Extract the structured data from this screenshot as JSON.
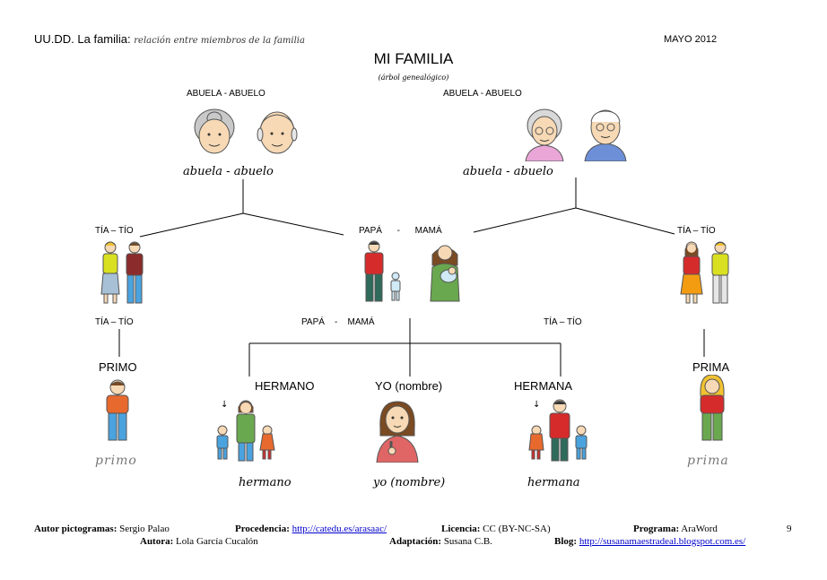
{
  "header": {
    "unit_prefix": "UU.DD. La familia:",
    "unit_subtitle": "relación entre miembros de la familia",
    "date": "MAYO 2012",
    "title": "MI FAMILIA",
    "subtitle": "(árbol genealógico)"
  },
  "grandparents": {
    "left_label": "ABUELA - ABUELO",
    "right_label": "ABUELA - ABUELO",
    "left_caption": "abuela - abuelo",
    "right_caption": "abuela - abuelo"
  },
  "middle": {
    "left_label": "TÍA – TÍO",
    "center_label": "PAPÁ      -      MAMÁ",
    "right_label": "TÍA – TÍO"
  },
  "lower": {
    "left_label": "TÍA – TÍO",
    "center_label": "PAPÁ    -    MAMÁ",
    "right_label": "TÍA – TÍO"
  },
  "children": {
    "primo": "PRIMO",
    "hermano": "HERMANO",
    "yo": "YO (nombre)",
    "hermana": "HERMANA",
    "prima": "PRIMA",
    "primo_caption": "primo",
    "hermano_caption": "hermano",
    "yo_caption": "yo (nombre)",
    "hermana_caption": "hermana",
    "prima_caption": "prima"
  },
  "footer": {
    "autor_label": "Autor pictogramas:",
    "autor_value": "Sergio Palao",
    "procedencia_label": "Procedencia:",
    "procedencia_link": "http://catedu.es/arasaac/",
    "licencia_label": "Licencia:",
    "licencia_value": "CC (BY-NC-SA)",
    "programa_label": "Programa:",
    "programa_value": "AraWord",
    "page_number": "9",
    "autora_label": "Autora:",
    "autora_value": "Lola García Cucalón",
    "adaptacion_label": "Adaptación:",
    "adaptacion_value": "Susana C.B.",
    "blog_label": "Blog:",
    "blog_link": "http://susanamaestradeal.blogspot.com.es/"
  },
  "colors": {
    "skin": "#f7d9b5",
    "hair_grey": "#c9c9c9",
    "hair_brown": "#7a4a22",
    "hair_blonde": "#f1c232",
    "shirt_red": "#d62b2b",
    "shirt_green": "#6aa84f",
    "shirt_yellow": "#d9e021",
    "pants_blue": "#4aa3df",
    "pants_green": "#3c7a3c",
    "link_blue": "#0000cc"
  }
}
